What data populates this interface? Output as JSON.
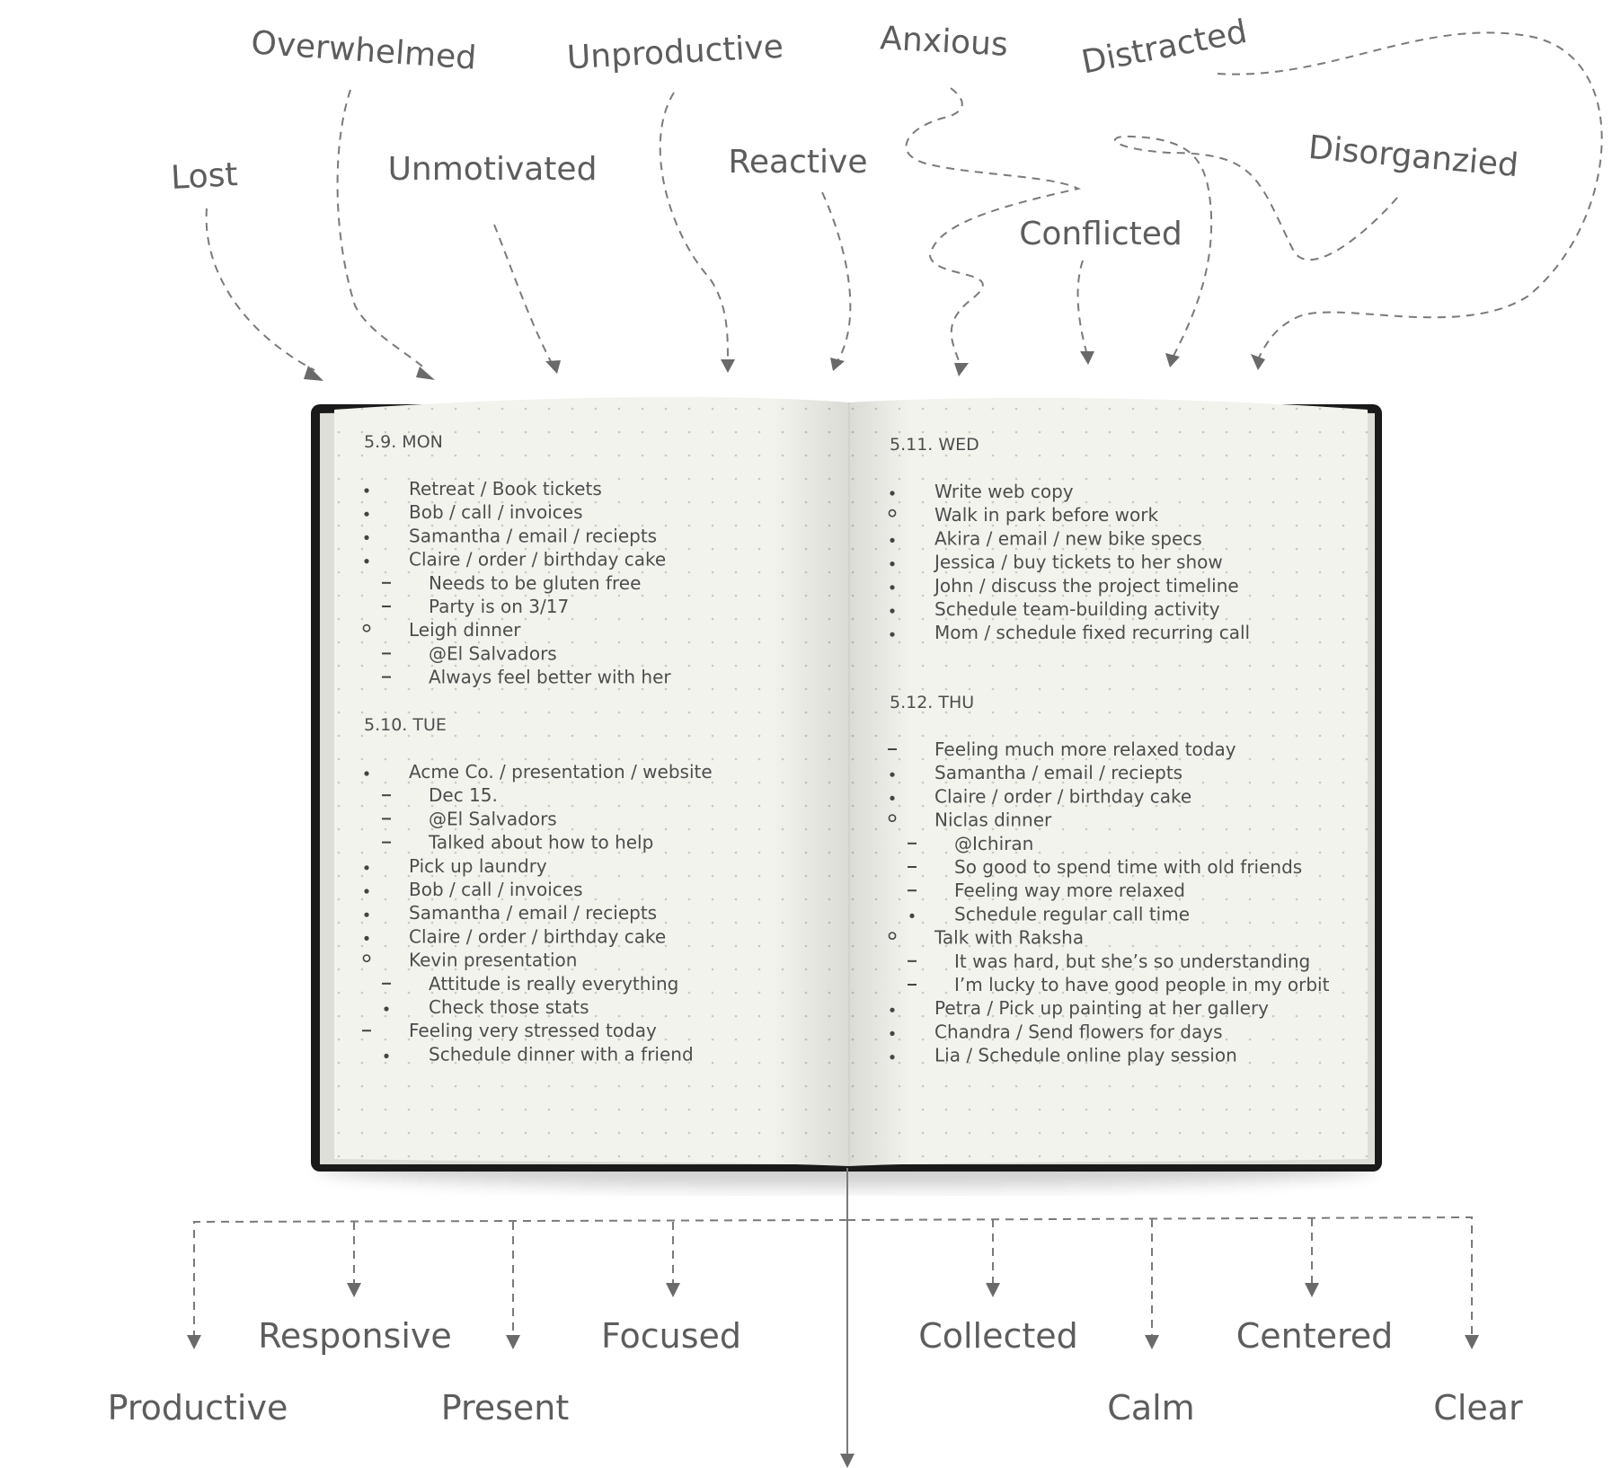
{
  "negative_states": [
    "Lost",
    "Overwhelmed",
    "Unmotivated",
    "Unproductive",
    "Reactive",
    "Anxious",
    "Distracted",
    "Conflicted",
    "Disorganzied"
  ],
  "positive_states": [
    "Productive",
    "Responsive",
    "Present",
    "Focused",
    "Collected",
    "Calm",
    "Centered",
    "Clear"
  ],
  "journal": {
    "left_page": [
      {
        "heading": "5.9. MON",
        "entries": [
          {
            "bullet": "dot",
            "level": 0,
            "text": "Retreat / Book tickets"
          },
          {
            "bullet": "dot",
            "level": 0,
            "text": "Bob / call / invoices"
          },
          {
            "bullet": "dot",
            "level": 0,
            "text": "Samantha / email / reciepts"
          },
          {
            "bullet": "dot",
            "level": 0,
            "text": "Claire / order / birthday cake"
          },
          {
            "bullet": "dash",
            "level": 1,
            "text": "Needs to be gluten free"
          },
          {
            "bullet": "dash",
            "level": 1,
            "text": "Party is on 3/17"
          },
          {
            "bullet": "circle",
            "level": 0,
            "text": "Leigh dinner"
          },
          {
            "bullet": "dash",
            "level": 1,
            "text": "@El Salvadors"
          },
          {
            "bullet": "dash",
            "level": 1,
            "text": "Always feel better with her"
          }
        ]
      },
      {
        "heading": "5.10. TUE",
        "entries": [
          {
            "bullet": "dot",
            "level": 0,
            "text": "Acme Co. / presentation / website"
          },
          {
            "bullet": "dash",
            "level": 1,
            "text": "Dec 15."
          },
          {
            "bullet": "dash",
            "level": 1,
            "text": "@El Salvadors"
          },
          {
            "bullet": "dash",
            "level": 1,
            "text": "Talked about how to help"
          },
          {
            "bullet": "dot",
            "level": 0,
            "text": "Pick up laundry"
          },
          {
            "bullet": "dot",
            "level": 0,
            "text": "Bob / call / invoices"
          },
          {
            "bullet": "dot",
            "level": 0,
            "text": "Samantha / email / reciepts"
          },
          {
            "bullet": "dot",
            "level": 0,
            "text": "Claire / order / birthday cake"
          },
          {
            "bullet": "circle",
            "level": 0,
            "text": "Kevin presentation"
          },
          {
            "bullet": "dash",
            "level": 1,
            "text": "Attitude is really everything"
          },
          {
            "bullet": "dot",
            "level": 1,
            "text": "Check those stats"
          },
          {
            "bullet": "dash",
            "level": 0,
            "text": "Feeling very stressed today"
          },
          {
            "bullet": "dot",
            "level": 1,
            "text": "Schedule dinner with a friend"
          }
        ]
      }
    ],
    "right_page": [
      {
        "heading": "5.11. WED",
        "entries": [
          {
            "bullet": "dot",
            "level": 0,
            "text": "Write web copy"
          },
          {
            "bullet": "circle",
            "level": 0,
            "text": "Walk in park before work"
          },
          {
            "bullet": "dot",
            "level": 0,
            "text": "Akira / email / new bike specs"
          },
          {
            "bullet": "dot",
            "level": 0,
            "text": "Jessica / buy tickets to her show"
          },
          {
            "bullet": "dot",
            "level": 0,
            "text": "John / discuss the project timeline"
          },
          {
            "bullet": "dot",
            "level": 0,
            "text": "Schedule team-building activity"
          },
          {
            "bullet": "dot",
            "level": 0,
            "text": "Mom / schedule fixed recurring call"
          }
        ]
      },
      {
        "heading": "5.12. THU",
        "entries": [
          {
            "bullet": "dash",
            "level": 0,
            "text": "Feeling much more relaxed today"
          },
          {
            "bullet": "dot",
            "level": 0,
            "text": "Samantha / email / reciepts"
          },
          {
            "bullet": "dot",
            "level": 0,
            "text": "Claire / order / birthday cake"
          },
          {
            "bullet": "circle",
            "level": 0,
            "text": "Niclas dinner"
          },
          {
            "bullet": "dash",
            "level": 1,
            "text": "@Ichiran"
          },
          {
            "bullet": "dash",
            "level": 1,
            "text": "So good to spend time with old friends"
          },
          {
            "bullet": "dash",
            "level": 1,
            "text": "Feeling way more relaxed"
          },
          {
            "bullet": "dot",
            "level": 1,
            "text": "Schedule regular call time"
          },
          {
            "bullet": "circle",
            "level": 0,
            "text": "Talk with Raksha"
          },
          {
            "bullet": "dash",
            "level": 1,
            "text": "It was hard, but she’s so understanding"
          },
          {
            "bullet": "dash",
            "level": 1,
            "text": "I’m lucky to have good people in my orbit"
          },
          {
            "bullet": "dot",
            "level": 0,
            "text": "Petra / Pick up painting at her gallery"
          },
          {
            "bullet": "dot",
            "level": 0,
            "text": "Chandra / Send flowers for days"
          },
          {
            "bullet": "dot",
            "level": 0,
            "text": "Lia / Schedule online play session"
          }
        ]
      }
    ]
  },
  "colors": {
    "label_text": "#5d5d5d",
    "arrow": "#7a7a7a",
    "page": "#f3f3ee",
    "cover": "#1a1a1a"
  }
}
